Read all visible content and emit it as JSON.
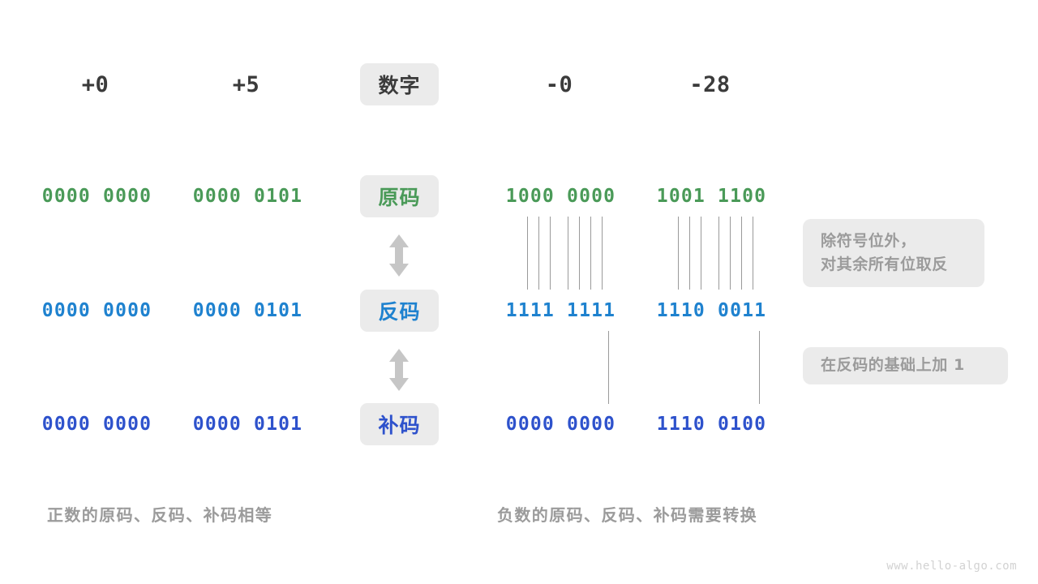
{
  "diagram": {
    "title_row": {
      "label": "数字",
      "columns": [
        {
          "name": "pos-zero",
          "value": "+0"
        },
        {
          "name": "pos-five",
          "value": "+5"
        },
        {
          "name": "neg-zero",
          "value": "-0"
        },
        {
          "name": "neg-28",
          "value": "-28"
        }
      ]
    },
    "rows": [
      {
        "label": "原码",
        "label_color": "#4a9a58",
        "bits_color": "#4a9a58",
        "values": [
          "0000 0000",
          "0000 0101",
          "1000 0000",
          "1001 1100"
        ]
      },
      {
        "label": "反码",
        "label_color": "#1f82cf",
        "bits_color": "#1f82cf",
        "values": [
          "0000 0000",
          "0000 0101",
          "1111 1111",
          "1110 0011"
        ]
      },
      {
        "label": "补码",
        "label_color": "#2e52cc",
        "bits_color": "#2e52cc",
        "values": [
          "0000 0000",
          "0000 0101",
          "0000 0000",
          "1110 0100"
        ]
      }
    ],
    "notes": [
      {
        "name": "invert-note",
        "lines": [
          "除符号位外，",
          "对其余所有位取反"
        ]
      },
      {
        "name": "add-one-note",
        "lines": [
          "在反码的基础上加 1"
        ]
      }
    ],
    "captions": [
      {
        "name": "positive-caption",
        "text": "正数的原码、反码、补码相等"
      },
      {
        "name": "negative-caption",
        "text": "负数的原码、反码、补码需要转换"
      }
    ],
    "arrows": [
      {
        "name": "arrow-sign-to-ones",
        "icon": "up-down-arrow-icon"
      },
      {
        "name": "arrow-ones-to-twos",
        "icon": "up-down-arrow-icon"
      }
    ],
    "watermark": "www.hello-algo.com",
    "colors": {
      "background": "#ffffff",
      "badge_bg": "#ebebeb",
      "note_bg": "#ebebeb",
      "text_dark": "#3b3b3b",
      "text_muted": "#9b9b9b",
      "line": "#9a9a9a",
      "arrow": "#c6c6c6",
      "green": "#4a9a58",
      "blue": "#1f82cf",
      "indigo": "#2e52cc"
    }
  }
}
